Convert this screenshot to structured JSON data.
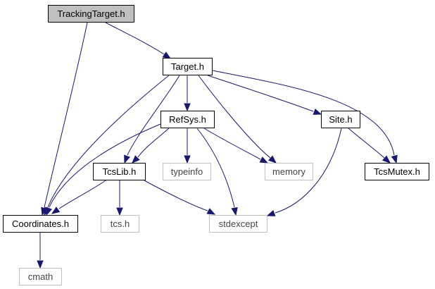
{
  "nodes": [
    {
      "id": "tracking-target",
      "label": "TrackingTarget.h",
      "kind": "current"
    },
    {
      "id": "target",
      "label": "Target.h",
      "kind": "file"
    },
    {
      "id": "refsys",
      "label": "RefSys.h",
      "kind": "file"
    },
    {
      "id": "site",
      "label": "Site.h",
      "kind": "file"
    },
    {
      "id": "tcslib",
      "label": "TcsLib.h",
      "kind": "file"
    },
    {
      "id": "typeinfo",
      "label": "typeinfo",
      "kind": "system"
    },
    {
      "id": "memory",
      "label": "memory",
      "kind": "system"
    },
    {
      "id": "tcsmutex",
      "label": "TcsMutex.h",
      "kind": "file"
    },
    {
      "id": "coordinates",
      "label": "Coordinates.h",
      "kind": "file"
    },
    {
      "id": "tcs",
      "label": "tcs.h",
      "kind": "system"
    },
    {
      "id": "stdexcept",
      "label": "stdexcept",
      "kind": "system"
    },
    {
      "id": "cmath",
      "label": "cmath",
      "kind": "system"
    }
  ],
  "edges": [
    {
      "from": "tracking-target",
      "to": "target"
    },
    {
      "from": "tracking-target",
      "to": "coordinates"
    },
    {
      "from": "target",
      "to": "refsys"
    },
    {
      "from": "target",
      "to": "site"
    },
    {
      "from": "target",
      "to": "tcsmutex"
    },
    {
      "from": "target",
      "to": "memory"
    },
    {
      "from": "target",
      "to": "tcslib"
    },
    {
      "from": "target",
      "to": "coordinates"
    },
    {
      "from": "refsys",
      "to": "tcslib"
    },
    {
      "from": "refsys",
      "to": "typeinfo"
    },
    {
      "from": "refsys",
      "to": "memory"
    },
    {
      "from": "refsys",
      "to": "stdexcept"
    },
    {
      "from": "refsys",
      "to": "coordinates"
    },
    {
      "from": "site",
      "to": "tcsmutex"
    },
    {
      "from": "site",
      "to": "stdexcept"
    },
    {
      "from": "tcslib",
      "to": "coordinates"
    },
    {
      "from": "tcslib",
      "to": "tcs"
    },
    {
      "from": "tcslib",
      "to": "stdexcept"
    },
    {
      "from": "coordinates",
      "to": "cmath"
    }
  ]
}
